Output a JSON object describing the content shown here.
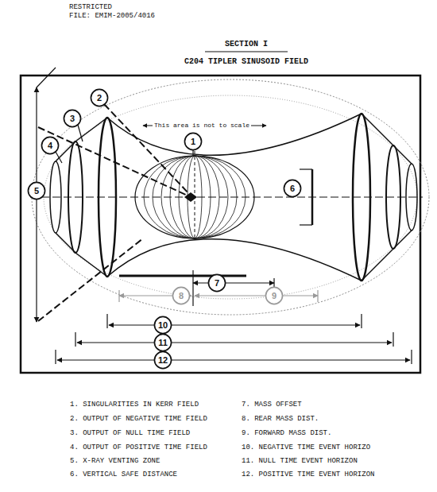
{
  "diagram": {
    "title": "SECTION I",
    "nodes": [
      {
        "text": [
          "1"
        ]
      },
      {
        "text": [
          "2"
        ]
      },
      {
        "text": [
          "3"
        ]
      },
      {
        "text": [
          "4"
        ]
      },
      {
        "text": [
          "5"
        ]
      },
      {
        "text": [
          "6"
        ]
      },
      {
        "text": [
          "7"
        ]
      },
      {
        "text": [
          "8"
        ]
      },
      {
        "text": [
          "9"
        ]
      },
      {
        "text": [
          "10"
        ]
      },
      {
        "text": [
          "11"
        ]
      },
      {
        "text": [
          "12"
        ]
      }
    ],
    "labels": [
      "RESTRICTED",
      "FILE: EMIM-2005/4016",
      "C204 TIPLER SINUSOID FIELD",
      "This area is not to scale",
      "1. SINGULARITIES IN KERR FIELD",
      "2. OUTPUT OF NEGATIVE TIME FIELD",
      "3. OUTPUT OF NULL TIME FIELD",
      "4. OUTPUT OF POSITIVE TIME FIELD",
      "5. X-RAY VENTING ZONE",
      "6. VERTICAL SAFE DISTANCE",
      "7. MASS OFFSET",
      "8. REAR MASS DIST.",
      "9. FORWARD MASS DIST.",
      "10. NEGATIVE TIME EVENT HORIZO",
      "11. NULL TIME EVENT HORIZON",
      "12. POSITIVE TIME EVENT HORIZON"
    ]
  }
}
